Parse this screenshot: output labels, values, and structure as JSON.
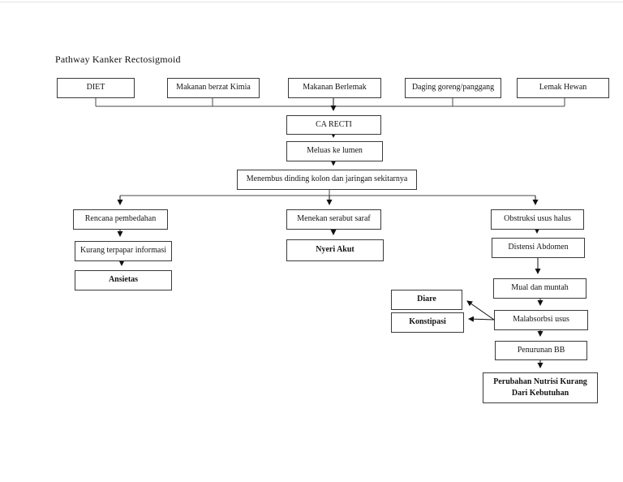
{
  "page": {
    "title": "Pathway Kanker Rectosigmoid"
  },
  "nodes": {
    "diet": "DIET",
    "makanan_kimia": "Makanan berzat Kimia",
    "makanan_berlemak": "Makanan Berlemak",
    "daging": "Daging goreng/panggang",
    "lemak_hewan": "Lemak Hewan",
    "ca_recti": "CA RECTI",
    "meluas": "Meluas ke lumen",
    "menembus": "Menembus dinding kolon dan jaringan sekitarnya",
    "rencana": "Rencana pembedahan",
    "kurang_informasi": "Kurang terpapar informasi",
    "ansietas": "Ansietas",
    "menekan_saraf": "Menekan serabut saraf",
    "nyeri_akut": "Nyeri Akut",
    "obstruksi": "Obstruksi usus halus",
    "distensi": "Distensi Abdomen",
    "mual": "Mual dan muntah",
    "malabsorbsi": "Malabsorbsi usus",
    "penurunan_bb": "Penurunan BB",
    "perubahan_nutrisi": "Perubahan Nutrisi Kurang Dari Kebutuhan",
    "diare": "Diare",
    "konstipasi": "Konstipasi"
  },
  "style": {
    "line_color": "#4a4a4a",
    "arrow_color": "#111111",
    "border_color": "#3a3a3a",
    "background": "#ffffff"
  }
}
